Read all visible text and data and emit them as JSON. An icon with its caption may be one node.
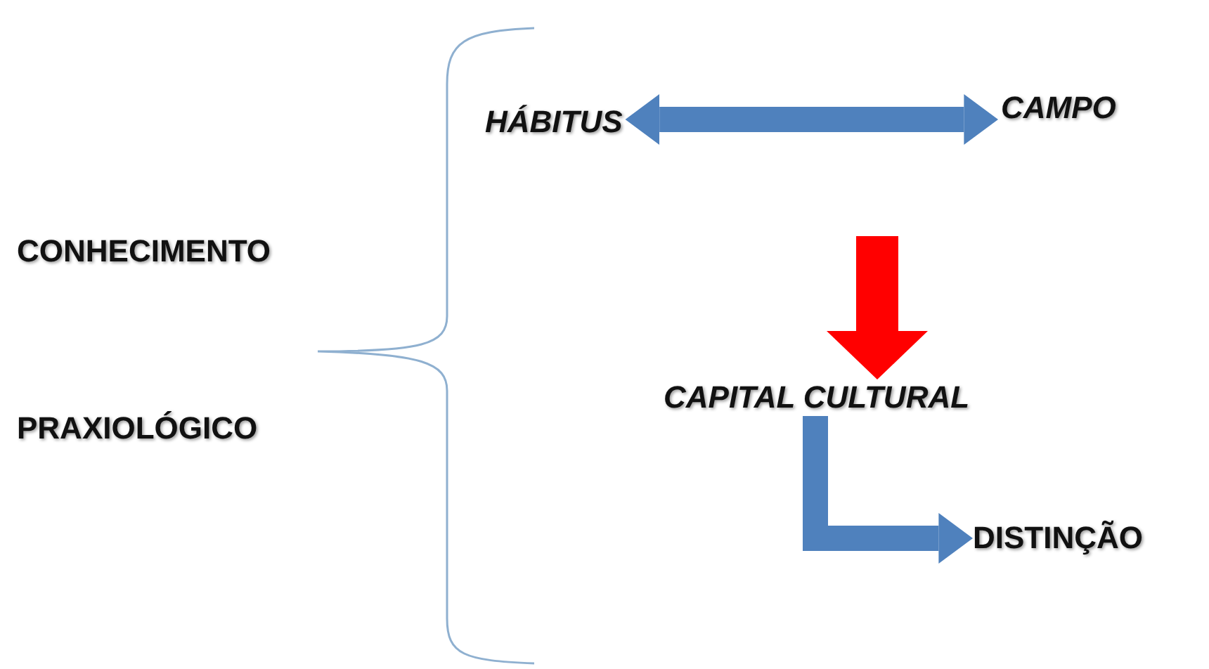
{
  "diagram": {
    "nodes": [
      {
        "text": [
          "HÁBITUS"
        ]
      },
      {
        "text": [
          "CAMPO"
        ]
      },
      {
        "text": [
          "CAPITAL CULTURAL"
        ]
      },
      {
        "text": [
          "DISTINÇÃO"
        ]
      }
    ],
    "edges": [
      {
        "from": 0,
        "to": 1,
        "arrow": "both"
      },
      {
        "from": null,
        "to": 2,
        "arrow": "to",
        "color": "#ff0000"
      },
      {
        "from": 2,
        "to": 3,
        "arrow": "to"
      }
    ],
    "labels": [
      "CONHECIMENTO",
      "PRAXIOLÓGICO"
    ]
  }
}
